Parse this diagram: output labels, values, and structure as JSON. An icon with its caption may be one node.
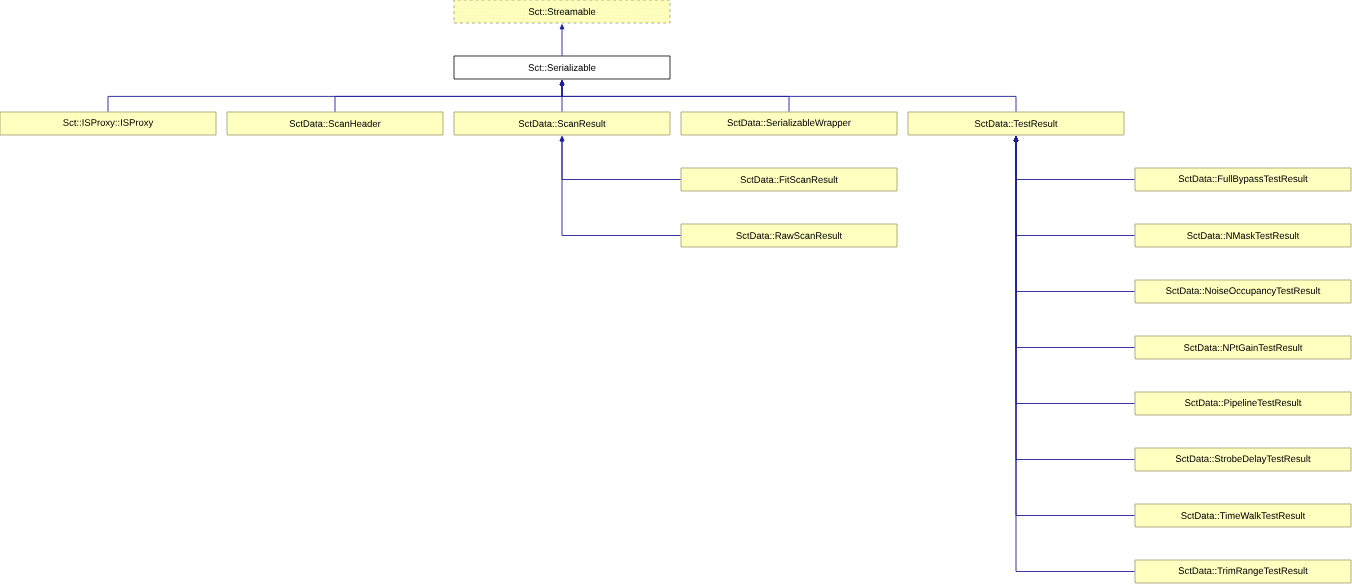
{
  "diagram": {
    "nodes": [
      {
        "text": [
          "Sct::Streamable"
        ]
      },
      {
        "text": [
          "Sct::Serializable"
        ]
      },
      {
        "text": [
          "Sct::ISProxy::ISProxy"
        ]
      },
      {
        "text": [
          "SctData::ScanHeader"
        ]
      },
      {
        "text": [
          "SctData::ScanResult"
        ]
      },
      {
        "text": [
          "SctData::SerializableWrapper"
        ]
      },
      {
        "text": [
          "SctData::TestResult"
        ]
      },
      {
        "text": [
          "SctData::FitScanResult"
        ]
      },
      {
        "text": [
          "SctData::RawScanResult"
        ]
      },
      {
        "text": [
          "SctData::FullBypassTestResult"
        ]
      },
      {
        "text": [
          "SctData::NMaskTestResult"
        ]
      },
      {
        "text": [
          "SctData::NoiseOccupancyTestResult"
        ]
      },
      {
        "text": [
          "SctData::NPtGainTestResult"
        ]
      },
      {
        "text": [
          "SctData::PipelineTestResult"
        ]
      },
      {
        "text": [
          "SctData::StrobeDelayTestResult"
        ]
      },
      {
        "text": [
          "SctData::TimeWalkTestResult"
        ]
      },
      {
        "text": [
          "SctData::TrimRangeTestResult"
        ]
      }
    ],
    "edges": [
      {
        "from": 1,
        "to": 0,
        "arrow": "to"
      },
      {
        "from": 2,
        "to": 1,
        "arrow": "to"
      },
      {
        "from": 3,
        "to": 1,
        "arrow": "to"
      },
      {
        "from": 4,
        "to": 1,
        "arrow": "to"
      },
      {
        "from": 5,
        "to": 1,
        "arrow": "to"
      },
      {
        "from": 6,
        "to": 1,
        "arrow": "to"
      },
      {
        "from": 7,
        "to": 4,
        "arrow": "to"
      },
      {
        "from": 8,
        "to": 4,
        "arrow": "to"
      },
      {
        "from": 9,
        "to": 6,
        "arrow": "to"
      },
      {
        "from": 10,
        "to": 6,
        "arrow": "to"
      },
      {
        "from": 11,
        "to": 6,
        "arrow": "to"
      },
      {
        "from": 12,
        "to": 6,
        "arrow": "to"
      },
      {
        "from": 13,
        "to": 6,
        "arrow": "to"
      },
      {
        "from": 14,
        "to": 6,
        "arrow": "to"
      },
      {
        "from": 15,
        "to": 6,
        "arrow": "to"
      },
      {
        "from": 16,
        "to": 6,
        "arrow": "to"
      }
    ]
  }
}
